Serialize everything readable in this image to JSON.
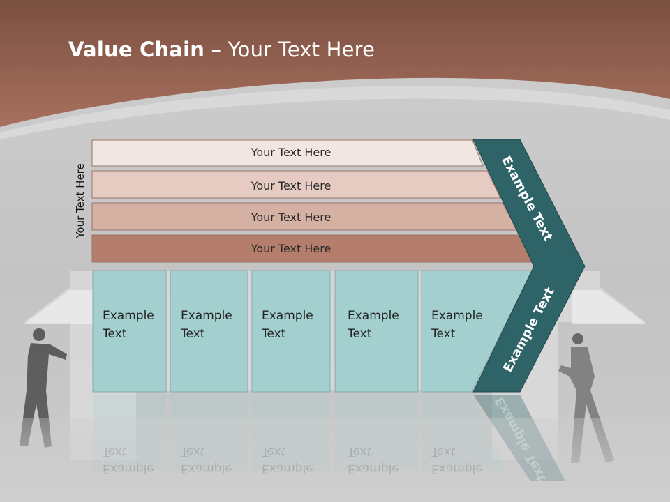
{
  "title": {
    "bold": "Value Chain",
    "rest": " – Your Text Here"
  },
  "side_label": "Your Text Here",
  "stripes": [
    {
      "label": "Your Text Here",
      "color": "#f2e6e2"
    },
    {
      "label": "Your Text Here",
      "color": "#e6cbc2"
    },
    {
      "label": "Your Text Here",
      "color": "#d5b1a4"
    },
    {
      "label": "Your Text Here",
      "color": "#b57d6c"
    }
  ],
  "boxes": [
    {
      "line1": "Example",
      "line2": "Text"
    },
    {
      "line1": "Example",
      "line2": "Text"
    },
    {
      "line1": "Example",
      "line2": "Text"
    },
    {
      "line1": "Example",
      "line2": "Text"
    },
    {
      "line1": "Example",
      "line2": "Text"
    }
  ],
  "chevron": {
    "upper": "Example Text",
    "lower": "Example Text",
    "color": "#2e6467"
  },
  "colors": {
    "header": "#a06a58",
    "box": "#a3cfcf"
  }
}
